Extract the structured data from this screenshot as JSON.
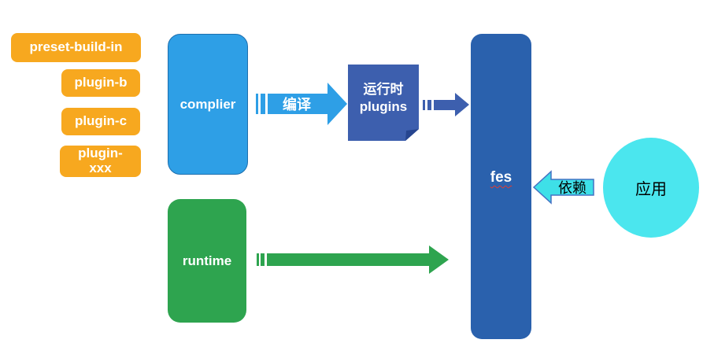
{
  "diagram": {
    "title_hint": "fes compiler/runtime architecture",
    "plugins": [
      {
        "label": "preset-build-in"
      },
      {
        "label": "plugin-b"
      },
      {
        "label": "plugin-c"
      },
      {
        "label": "plugin-\nxxx"
      }
    ],
    "nodes": {
      "complier": {
        "label": "complier",
        "color": "#2E9FE6"
      },
      "runtime_plugins_note": {
        "label": "运行时\nplugins",
        "color": "#3D5FAE",
        "fold_color": "#26458f"
      },
      "fes": {
        "label": "fes",
        "color": "#2A61AD",
        "underline": "red-wavy-spellcheck"
      },
      "runtime": {
        "label": "runtime",
        "color": "#2EA44F"
      },
      "app": {
        "label": "应用",
        "color": "#4BE6EE"
      }
    },
    "arrows": {
      "compile": {
        "label": "编译",
        "color": "#2E9FE6",
        "direction": "right"
      },
      "note_to_fes": {
        "color": "#3D5FAE",
        "direction": "right"
      },
      "runtime_to_fes": {
        "color": "#2EA44F",
        "direction": "right"
      },
      "depends": {
        "label": "依赖",
        "fill": "#3EE0E8",
        "border": "#4472C4",
        "direction": "left"
      }
    },
    "colors": {
      "plugin_orange": "#F7A81F",
      "background": "#ffffff"
    }
  }
}
